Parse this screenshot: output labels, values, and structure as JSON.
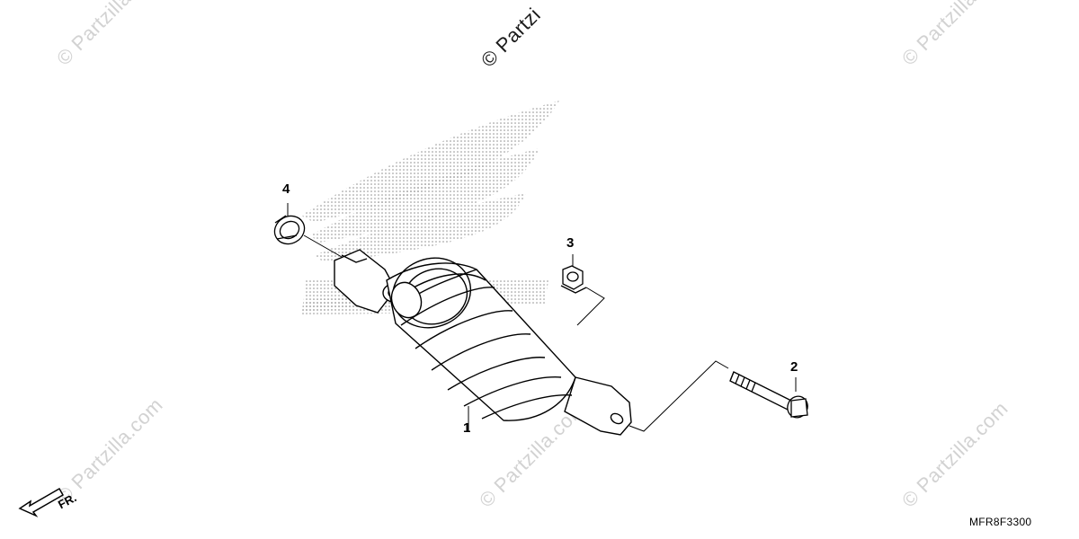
{
  "diagram": {
    "watermark_text": "© Partzilla.com",
    "watermark_top_center_text": "© Partzi",
    "reference_code": "MFR8F3300",
    "front_arrow_label": "FR.",
    "callouts": [
      {
        "number": "1",
        "part": "rear-shock-absorber"
      },
      {
        "number": "2",
        "part": "flange-bolt"
      },
      {
        "number": "3",
        "part": "flange-nut"
      },
      {
        "number": "4",
        "part": "rubber-bushing-cap"
      }
    ],
    "colors": {
      "line": "#000000",
      "watermark": "#d2d2d2",
      "stipple": "#9a9a9a"
    }
  }
}
